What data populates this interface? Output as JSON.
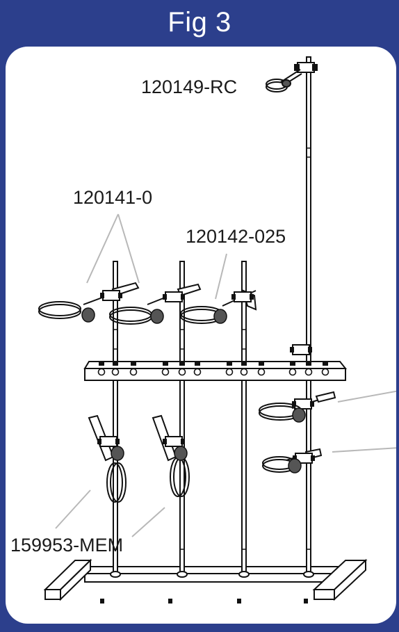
{
  "figure": {
    "title": "Fig 3",
    "colors": {
      "frame": "#2c3f8c",
      "panel": "#ffffff",
      "line": "#111111",
      "leader": "#b8b8b8",
      "knob": "#555555"
    },
    "labels": {
      "top_ring_clamp": "120149-RC",
      "support_rings": "120141-0",
      "ring_025": "120142-025",
      "clamps": "159953-MEM"
    }
  }
}
